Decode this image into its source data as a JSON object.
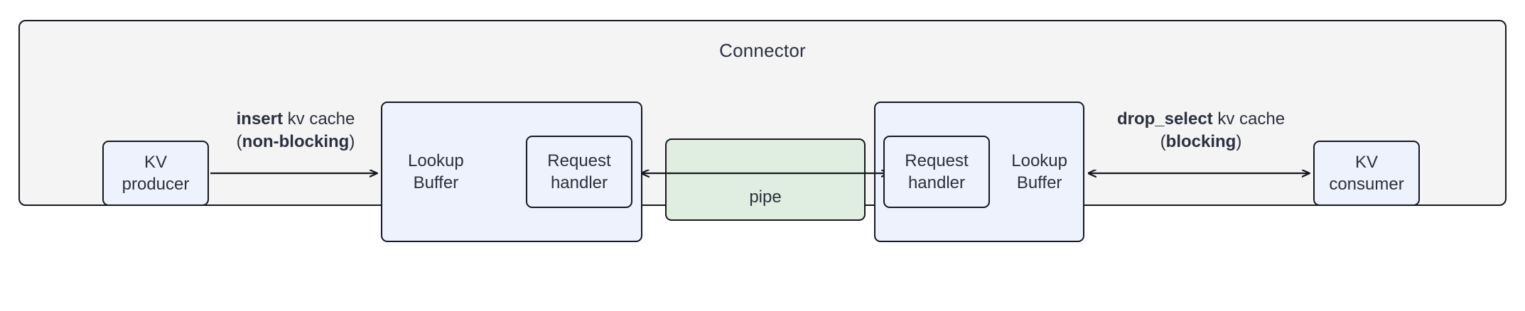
{
  "diagram": {
    "title": "Connector",
    "colors": {
      "frame_bg": "#f4f4f4",
      "node_blue": "#eef2fc",
      "node_green": "#dfeee0",
      "stroke": "#15181f",
      "text": "#2b3040"
    },
    "nodes": {
      "kv_producer": "KV\nproducer",
      "kv_consumer": "KV\nconsumer",
      "lookup_buffer_left": "Lookup\nBuffer",
      "lookup_buffer_right": "Lookup\nBuffer",
      "request_handler_left": "Request\nhandler",
      "request_handler_right": "Request\nhandler",
      "pipe": "pipe"
    },
    "edges": {
      "insert": {
        "bold": "insert",
        "rest": " kv cache",
        "line2_open": "(",
        "line2_bold": "non-blocking",
        "line2_close": ")",
        "direction": "right"
      },
      "drop_select": {
        "bold": "drop_select",
        "rest": " kv cache",
        "line2_open": "(",
        "line2_bold": "blocking",
        "line2_close": ")",
        "direction": "bidirectional"
      },
      "pipe_edge": {
        "direction": "bidirectional"
      }
    }
  }
}
